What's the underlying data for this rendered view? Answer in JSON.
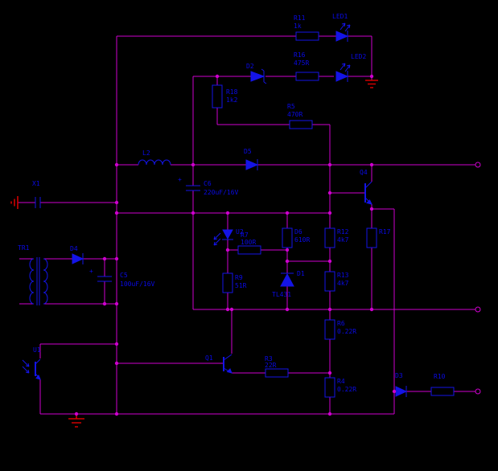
{
  "schematic": {
    "colors": {
      "background": "#000000",
      "wire": "#ce00ce",
      "component": "#1414e6",
      "label_text": "#0a0ae6",
      "ground": "#d00000"
    },
    "components": [
      {
        "ref": "R11",
        "value": "1k",
        "type": "resistor"
      },
      {
        "ref": "LED1",
        "type": "led"
      },
      {
        "ref": "R16",
        "value": "475R",
        "type": "resistor"
      },
      {
        "ref": "LED2",
        "type": "led"
      },
      {
        "ref": "D2",
        "type": "zener-diode"
      },
      {
        "ref": "R18",
        "value": "1k2",
        "type": "resistor"
      },
      {
        "ref": "R5",
        "value": "470R",
        "type": "resistor"
      },
      {
        "ref": "L2",
        "type": "inductor"
      },
      {
        "ref": "D5",
        "type": "diode"
      },
      {
        "ref": "C6",
        "value": "220uF/16V",
        "polarity": "+",
        "type": "electrolytic-capacitor"
      },
      {
        "ref": "Q4",
        "type": "transistor"
      },
      {
        "ref": "X1",
        "type": "connector-capacitor"
      },
      {
        "ref": "TR1",
        "type": "transformer"
      },
      {
        "ref": "D4",
        "type": "diode"
      },
      {
        "ref": "C5",
        "value": "100uF/16V",
        "polarity": "+",
        "type": "electrolytic-capacitor"
      },
      {
        "ref": "U2",
        "type": "optocoupler-led"
      },
      {
        "ref": "D6",
        "value": "610R",
        "type": "resistor"
      },
      {
        "ref": "R12",
        "value": "4k7",
        "type": "resistor"
      },
      {
        "ref": "R17",
        "type": "resistor"
      },
      {
        "ref": "R7",
        "value": "100R",
        "type": "resistor"
      },
      {
        "ref": "D1",
        "value": "TL431",
        "type": "shunt-regulator"
      },
      {
        "ref": "R13",
        "value": "4k7",
        "type": "resistor"
      },
      {
        "ref": "R9",
        "value": "51R",
        "type": "resistor"
      },
      {
        "ref": "Q1",
        "type": "transistor"
      },
      {
        "ref": "R3",
        "value": "22R",
        "type": "resistor"
      },
      {
        "ref": "R6",
        "value": "0.22R",
        "type": "resistor"
      },
      {
        "ref": "R4",
        "value": "0.22R",
        "type": "resistor"
      },
      {
        "ref": "D3",
        "type": "diode"
      },
      {
        "ref": "R10",
        "type": "resistor"
      },
      {
        "ref": "U1",
        "type": "optocoupler-transistor"
      }
    ]
  }
}
